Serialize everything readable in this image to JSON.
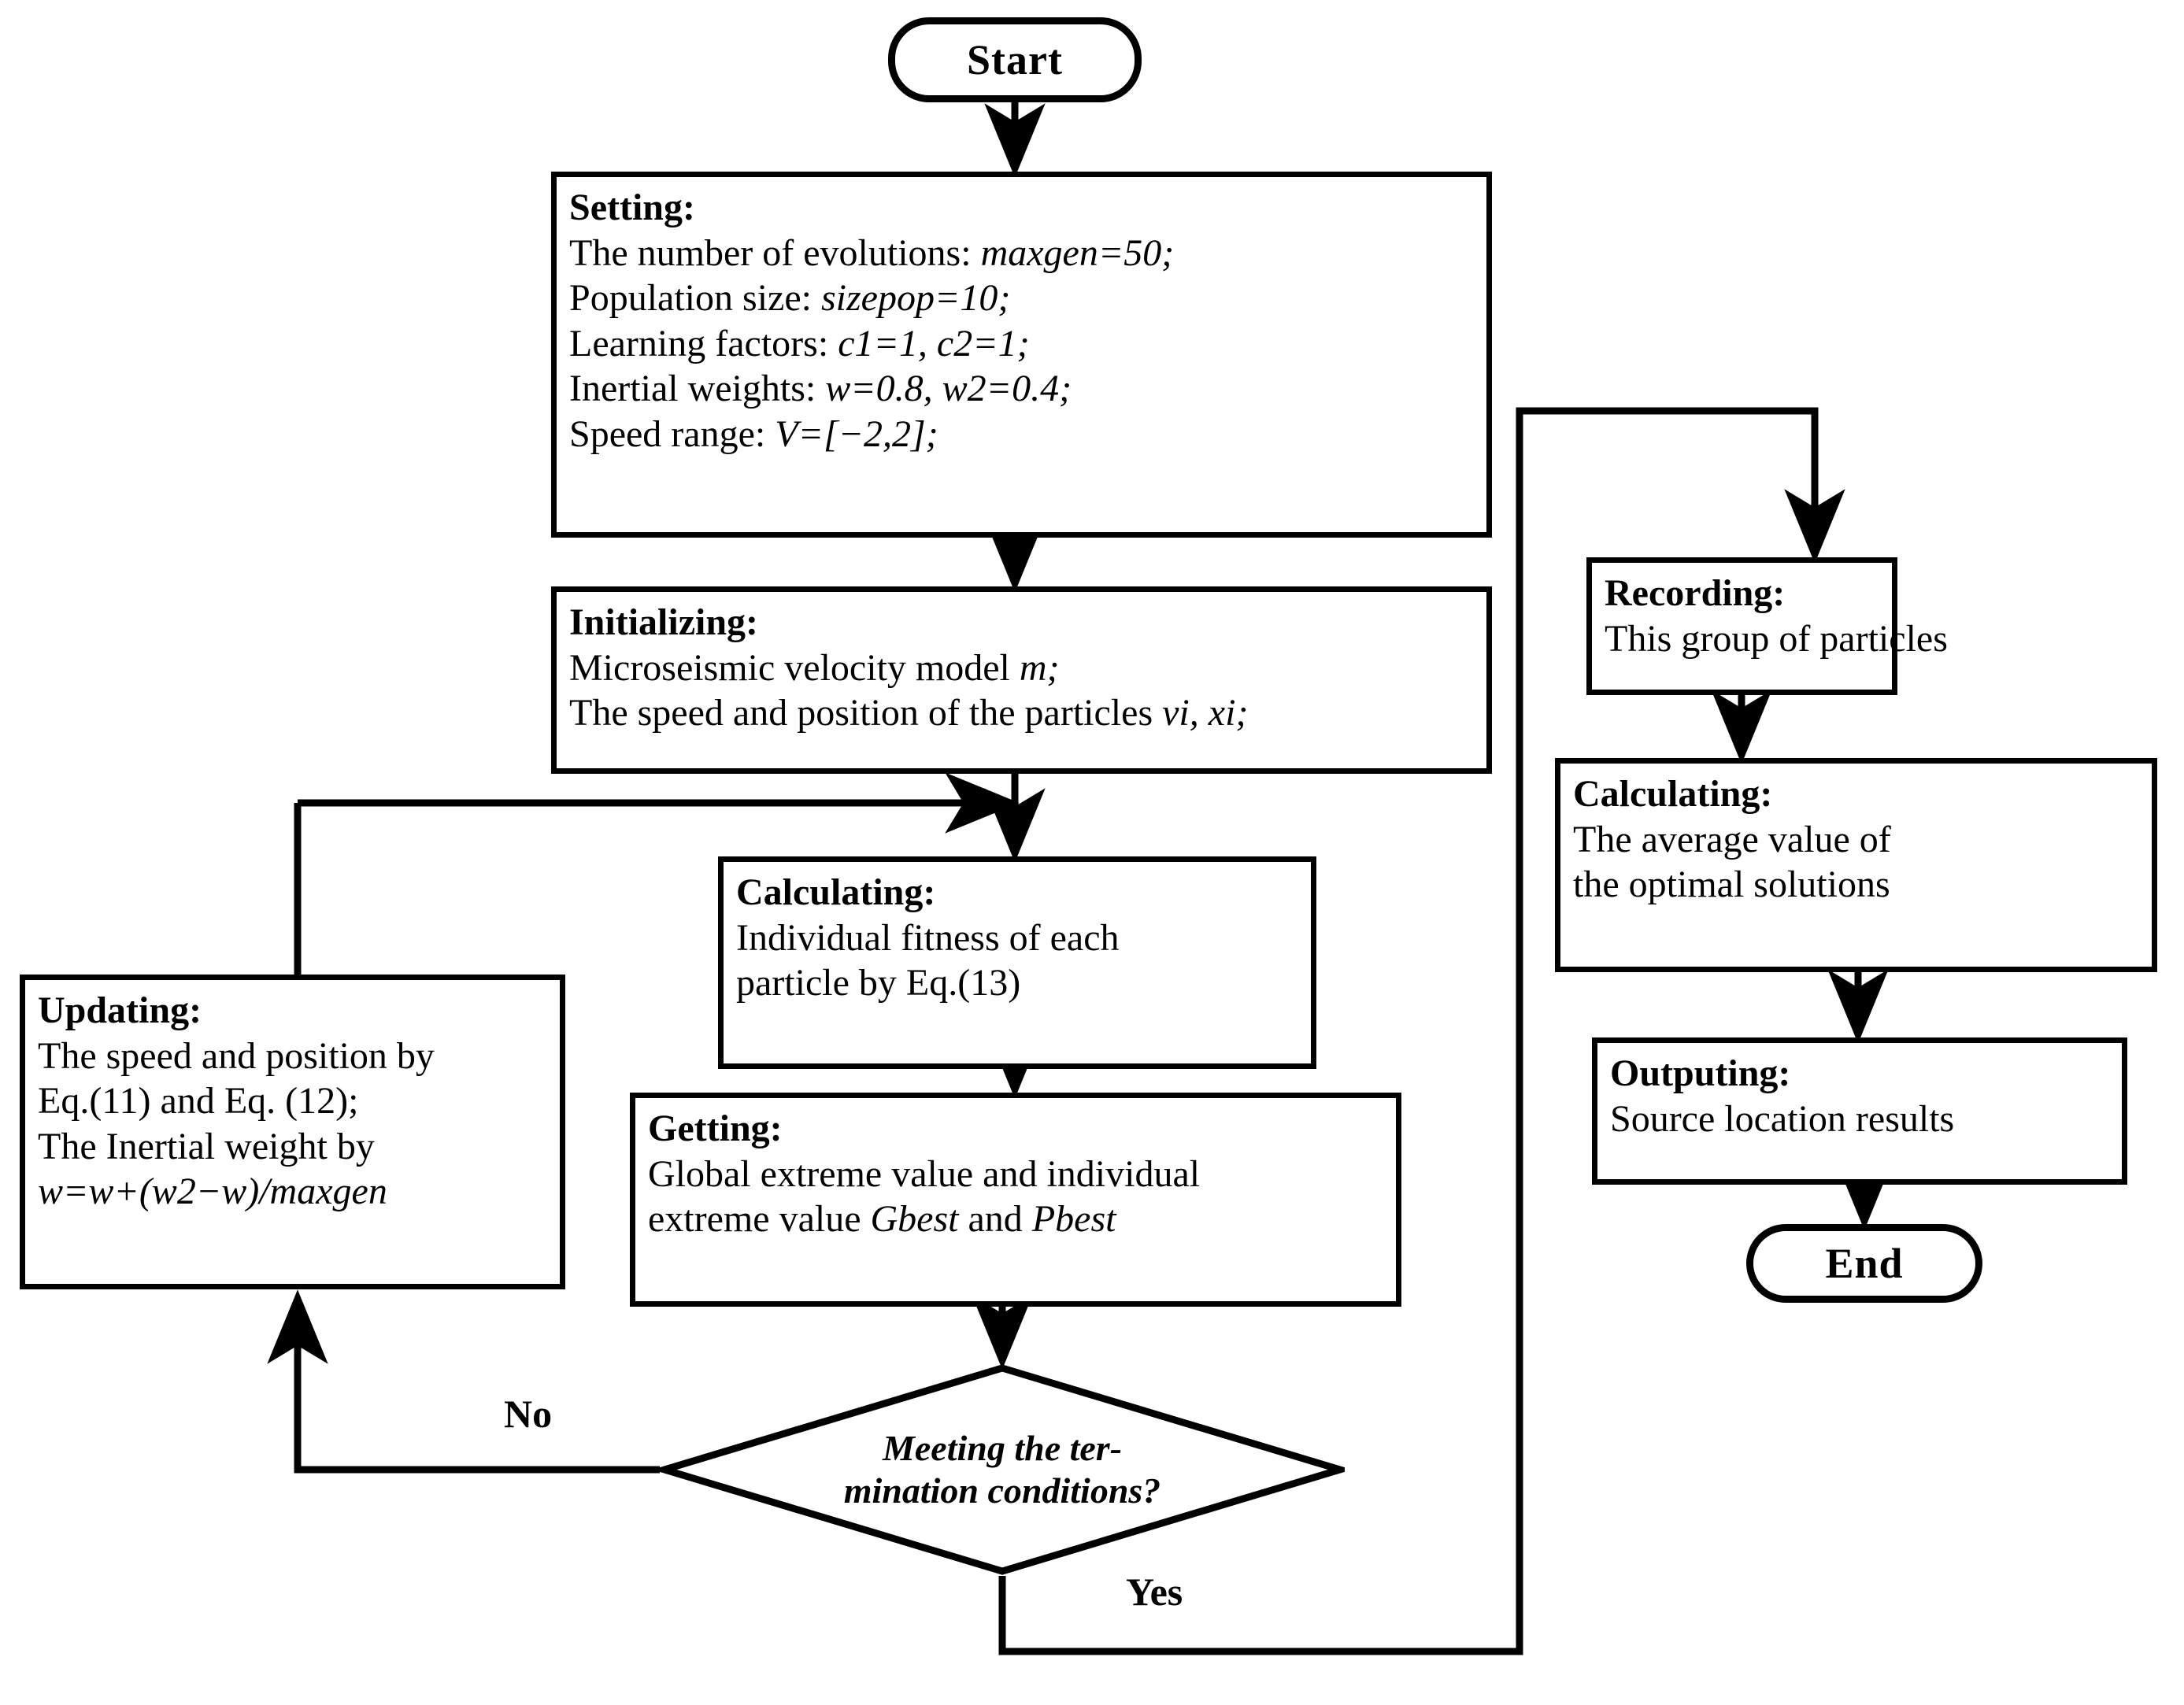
{
  "figure": {
    "type": "flowchart",
    "title": "Particle Swarm Optimization microseismic source location flowchart"
  },
  "nodes": {
    "start": {
      "label": "Start",
      "shape": "terminator"
    },
    "setting": {
      "title": "Setting:",
      "lines": [
        {
          "plain": "The number of evolutions: ",
          "italic": "maxgen=50;"
        },
        {
          "plain": "Population size: ",
          "italic": "sizepop=10;"
        },
        {
          "plain": "Learning factors: ",
          "italic": "c1=1, c2=1;"
        },
        {
          "plain": "Inertial weights: ",
          "italic": "w=0.8, w2=0.4;"
        },
        {
          "plain": "Speed range: ",
          "italic": "V=[−2,2];"
        }
      ]
    },
    "initializing": {
      "title": "Initializing:",
      "lines": [
        {
          "plain": "Microseismic velocity model ",
          "italic": "m;"
        },
        {
          "plain": "The speed and position of the particles  ",
          "italic": "vi, xi;"
        }
      ]
    },
    "calculating_center": {
      "title": "Calculating:",
      "lines": [
        {
          "plain": "Individual fitness of each",
          "italic": ""
        },
        {
          "plain": "particle  by Eq.(13)",
          "italic": ""
        }
      ]
    },
    "getting": {
      "title": "Getting:",
      "lines": [
        {
          "plain": "Global extreme value and individual",
          "italic": ""
        },
        {
          "plain": "extreme value ",
          "italic": "Gbest",
          "plain2": " and ",
          "italic2": "Pbest"
        }
      ]
    },
    "updating": {
      "title": "Updating:",
      "lines": [
        {
          "plain": "The speed and position by",
          "italic": ""
        },
        {
          "plain": "Eq.(11) and  Eq. (12);",
          "italic": ""
        },
        {
          "plain": "The Inertial weight by",
          "italic": ""
        },
        {
          "plain": "",
          "italic": "w=w+(w2−w)/maxgen"
        }
      ]
    },
    "recording": {
      "title": "Recording:",
      "lines": [
        {
          "plain": "This group of particles",
          "italic": ""
        }
      ]
    },
    "calculating_right": {
      "title": "Calculating:",
      "lines": [
        {
          "plain": "The average value of",
          "italic": ""
        },
        {
          "plain": "the optimal solutions",
          "italic": ""
        }
      ]
    },
    "outputing": {
      "title": "Outputing:",
      "lines": [
        {
          "plain": "Source location results",
          "italic": ""
        }
      ]
    },
    "end": {
      "label": "End",
      "shape": "terminator"
    },
    "decision": {
      "shape": "diamond",
      "line1": "Meeting the ter-",
      "line2": "mination conditions?"
    }
  },
  "edge_labels": {
    "no": "No",
    "yes": "Yes"
  },
  "colors": {
    "stroke": "#000000",
    "fill": "#ffffff",
    "text": "#000000"
  }
}
